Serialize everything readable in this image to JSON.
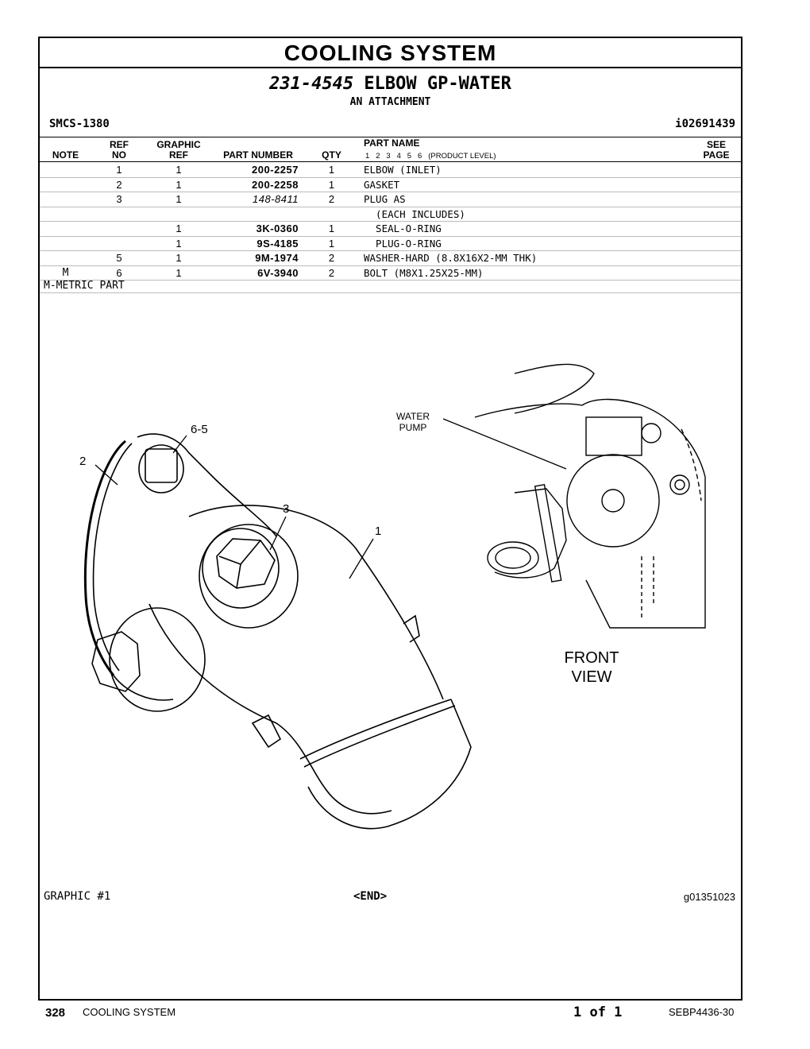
{
  "header": {
    "section_title": "COOLING SYSTEM",
    "group_number": "231-4545",
    "group_name": "ELBOW GP-WATER",
    "attachment": "AN ATTACHMENT",
    "smcs": "SMCS-1380",
    "image_ref": "i02691439"
  },
  "columns": {
    "note": "NOTE",
    "ref_1": "REF",
    "ref_2": "NO",
    "graphic_1": "GRAPHIC",
    "graphic_2": "REF",
    "part_number": "PART NUMBER",
    "qty": "QTY",
    "part_name": "PART NAME",
    "product_levels": "1   2   3   4   5   6   (PRODUCT LEVEL)",
    "see_1": "SEE",
    "see_2": "PAGE"
  },
  "rows": [
    {
      "note": "",
      "ref": "1",
      "graphic": "1",
      "pn": "200-2257",
      "qty": "1",
      "name": "ELBOW (INLET)"
    },
    {
      "note": "",
      "ref": "2",
      "graphic": "1",
      "pn": "200-2258",
      "qty": "1",
      "name": "GASKET"
    },
    {
      "note": "",
      "ref": "3",
      "graphic": "1",
      "pn": "148-8411",
      "qty": "2",
      "name": "PLUG AS"
    },
    {
      "note": "",
      "ref": "",
      "graphic": "",
      "pn": "",
      "qty": "",
      "name": "  (EACH INCLUDES)"
    },
    {
      "note": "",
      "ref": "",
      "graphic": "1",
      "pn": "3K-0360",
      "qty": "1",
      "name": "  SEAL-O-RING"
    },
    {
      "note": "",
      "ref": "",
      "graphic": "1",
      "pn": "9S-4185",
      "qty": "1",
      "name": "  PLUG-O-RING"
    },
    {
      "note": "",
      "ref": "5",
      "graphic": "1",
      "pn": "9M-1974",
      "qty": "2",
      "name": "WASHER-HARD (8.8X16X2-MM THK)"
    },
    {
      "note": "M",
      "ref": "6",
      "graphic": "1",
      "pn": "6V-3940",
      "qty": "2",
      "name": "BOLT (M8X1.25X25-MM)"
    }
  ],
  "metric_note": "M-METRIC PART",
  "illustration": {
    "callout_65": "6-5",
    "callout_2": "2",
    "callout_3": "3",
    "callout_1": "1",
    "water_pump_1": "WATER",
    "water_pump_2": "PUMP",
    "front_view_1": "FRONT",
    "front_view_2": "VIEW"
  },
  "graphic_label": "GRAPHIC #1",
  "end_marker": "<END>",
  "graphic_id": "g01351023",
  "footer": {
    "page_number": "328",
    "section": "COOLING SYSTEM",
    "page_of": "1 of 1",
    "doc_id": "SEBP4436-30"
  }
}
